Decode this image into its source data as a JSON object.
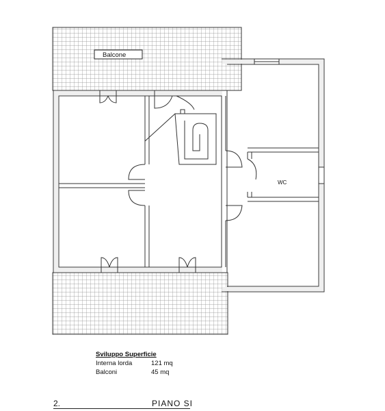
{
  "plan": {
    "balcony_label": "Balcone",
    "wc_label": "WC"
  },
  "summary": {
    "title": "Sviluppo Superficie",
    "rows": [
      {
        "label": "Interna lorda",
        "value": "121",
        "unit": "mq"
      },
      {
        "label": "Balconi",
        "value": "45",
        "unit": "mq"
      }
    ]
  },
  "footer": {
    "page_number": "2.",
    "floor_label": "PIANO SI"
  },
  "colors": {
    "wall": "#333333",
    "wall_fill": "#efefef",
    "grid": "#8a8a8a"
  }
}
